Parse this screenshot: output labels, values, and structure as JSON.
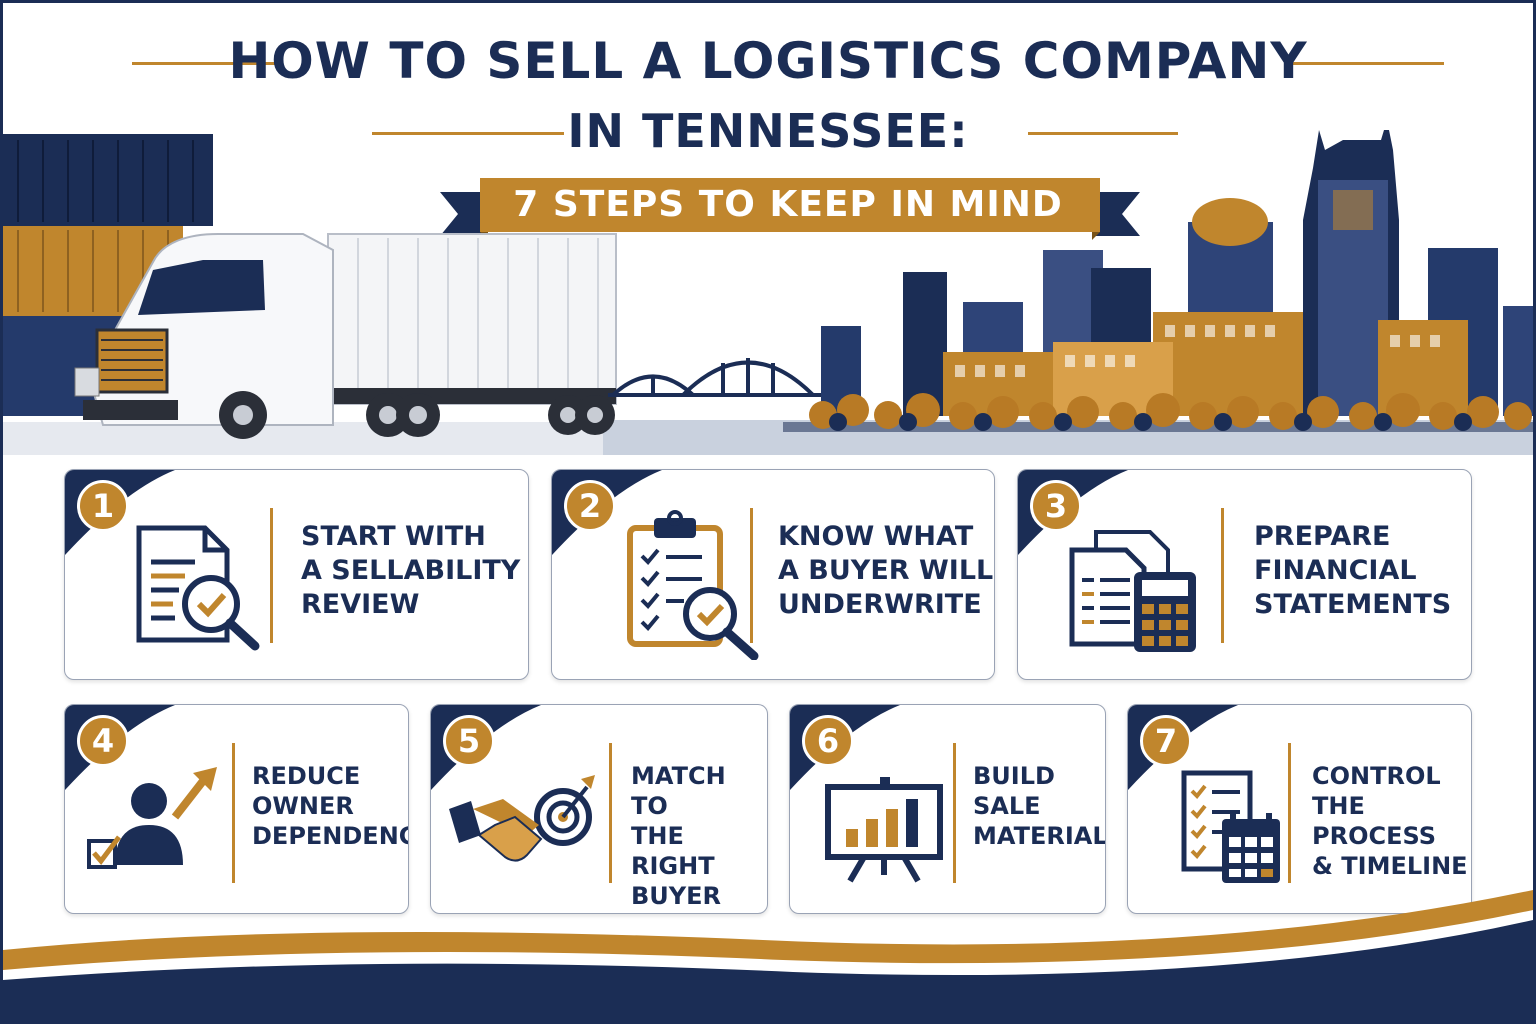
{
  "header": {
    "title_line1": "HOW TO SELL A LOGISTICS COMPANY",
    "title_line2": "IN TENNESSEE:",
    "ribbon": "7 STEPS TO KEEP IN MIND"
  },
  "colors": {
    "navy": "#1b2d55",
    "gold": "#c0862d",
    "white": "#ffffff"
  },
  "steps": [
    {
      "number": "1",
      "text": "START WITH\nA SELLABILITY\nREVIEW",
      "icon": "document-magnifier-icon"
    },
    {
      "number": "2",
      "text": "KNOW WHAT\nA BUYER WILL\nUNDERWRITE",
      "icon": "clipboard-checklist-icon"
    },
    {
      "number": "3",
      "text": "PREPARE\nFINANCIAL\nSTATEMENTS",
      "icon": "documents-calculator-icon"
    },
    {
      "number": "4",
      "text": "REDUCE\nOWNER\nDEPENDENCY",
      "icon": "person-arrow-icon"
    },
    {
      "number": "5",
      "text": "MATCH TO\nTHE RIGHT\nBUYER",
      "icon": "handshake-target-icon"
    },
    {
      "number": "6",
      "text": "BUILD\nSALE\nMATERIALS",
      "icon": "presentation-board-icon"
    },
    {
      "number": "7",
      "text": "CONTROL\nTHE PROCESS\n& TIMELINE",
      "icon": "checklist-calendar-icon"
    }
  ]
}
